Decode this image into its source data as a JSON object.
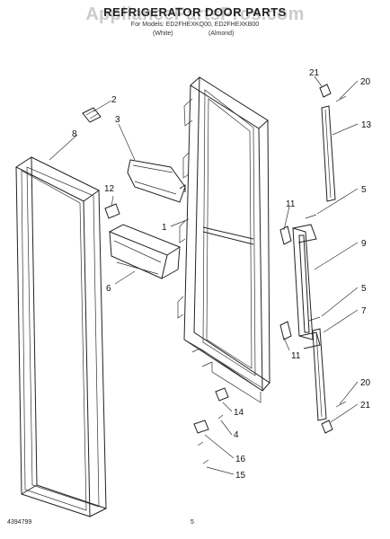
{
  "header": {
    "title": "REFRIGERATOR DOOR PARTS",
    "watermark": "AppliancePartsPros.com",
    "models": "For Models: ED2FHEXKQ00, ED2FHEXKB00",
    "variant_left": "(White)",
    "variant_right": "(Almond)"
  },
  "callouts": [
    "1",
    "2",
    "3",
    "4",
    "5",
    "5",
    "6",
    "7",
    "8",
    "9",
    "11",
    "11",
    "12",
    "13",
    "14",
    "15",
    "16",
    "20",
    "20",
    "21",
    "21"
  ],
  "footer": {
    "doc_number": "4394799",
    "page": "5"
  }
}
